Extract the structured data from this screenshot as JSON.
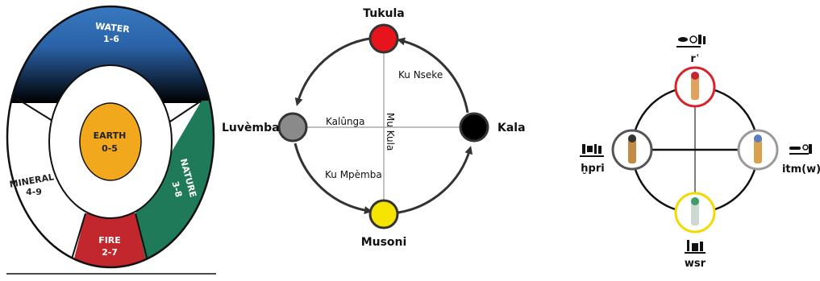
{
  "left_diagram": {
    "water": {
      "name": "WATER",
      "range": "1-6"
    },
    "earth": {
      "name": "EARTH",
      "range": "0-5"
    },
    "nature": {
      "name": "NATURE",
      "range": "3-8"
    },
    "mineral": {
      "name": "MINERAL",
      "range": "4-9"
    },
    "fire": {
      "name": "FIRE",
      "range": "2-7"
    },
    "colors": {
      "water": "#2f6db4",
      "earth": "#f2a81c",
      "nature": "#1f7a5a",
      "fire": "#c1272d",
      "mineral": "#ffffff",
      "outline": "#111111"
    }
  },
  "middle_diagram": {
    "top": "Tukula",
    "right": "Kala",
    "bottom": "Musoni",
    "left": "Luvèmba",
    "horizontal_axis": "Kalûnga",
    "vertical_axis": "Mu Kula",
    "upper_right_arc": "Ku Nseke",
    "lower_left_arc": "Ku Mpèmba",
    "colors": {
      "top": "#e8141b",
      "right": "#000000",
      "bottom": "#f5e400",
      "left": "#8a8a8a"
    }
  },
  "right_diagram": {
    "top": "rʿ",
    "left": "ḫpri",
    "right": "itm(w)",
    "bottom": "wsr",
    "colors": {
      "top": "#d8232a",
      "left": "#555555",
      "right": "#9a9a9a",
      "bottom": "#f5d800"
    }
  }
}
